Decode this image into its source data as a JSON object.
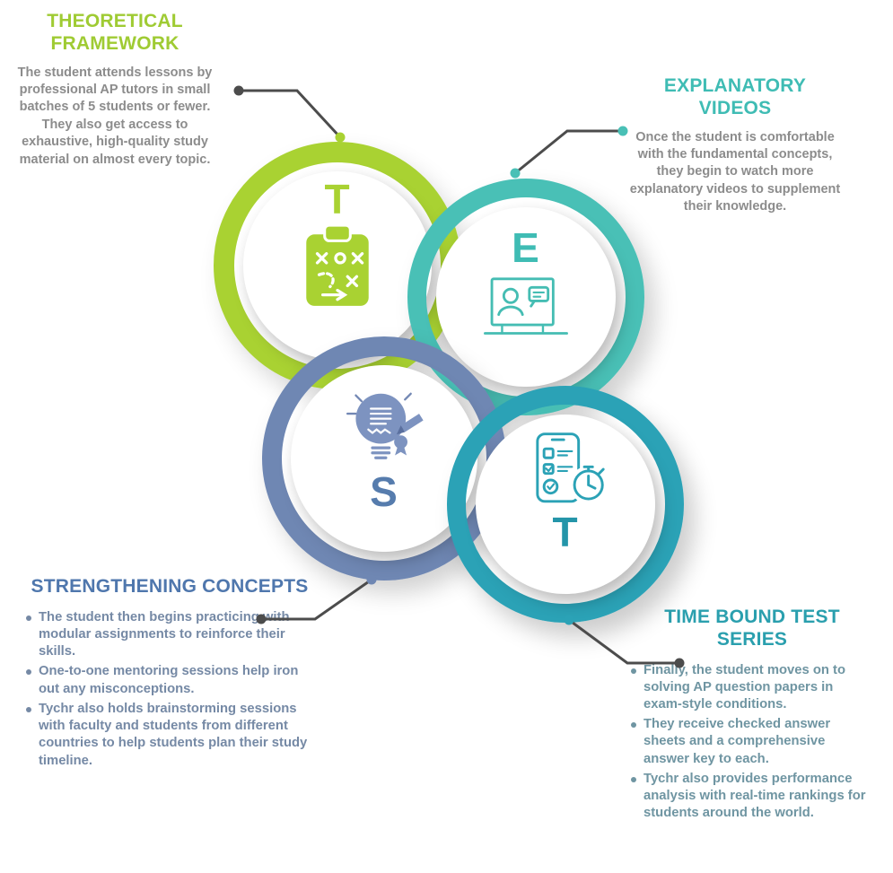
{
  "infographic": {
    "sections": {
      "theoretical": {
        "letter": "T",
        "title": "THEORETICAL FRAMEWORK",
        "description": "The student attends lessons by professional AP tutors in small batches of 5 students or fewer. They also get access to exhaustive, high-quality study material on almost every topic.",
        "accent_color": "#a9d232",
        "icon": "clipboard-strategy-icon"
      },
      "explanatory": {
        "letter": "E",
        "title": "EXPLANATORY VIDEOS",
        "description": "Once the student is comfortable with the fundamental concepts, they begin to watch more explanatory videos to supplement their knowledge.",
        "accent_color": "#49c0b6",
        "icon": "video-tutorial-icon"
      },
      "strengthening": {
        "letter": "S",
        "title": "STRENGTHENING CONCEPTS",
        "bullets": [
          "The student then begins practicing with modular assignments to reinforce their skills.",
          "One-to-one mentoring sessions help iron out any misconceptions.",
          "Tychr also holds brainstorming sessions with faculty and students from different countries to help students plan their study timeline."
        ],
        "accent_color": "#6f87b3",
        "icon": "idea-bulb-icon"
      },
      "timebound": {
        "letter": "T",
        "title": "TIME BOUND TEST SERIES",
        "bullets": [
          "Finally, the student moves on to solving AP question papers in exam-style conditions.",
          "They receive checked answer sheets and a comprehensive answer key to each.",
          "Tychr also provides performance analysis with real-time rankings for students around the world."
        ],
        "accent_color": "#2ba2b6",
        "icon": "phone-checklist-timer-icon"
      }
    },
    "connector_line_color": "#4c4c4c",
    "body_text_color": "#8c8c8c"
  }
}
